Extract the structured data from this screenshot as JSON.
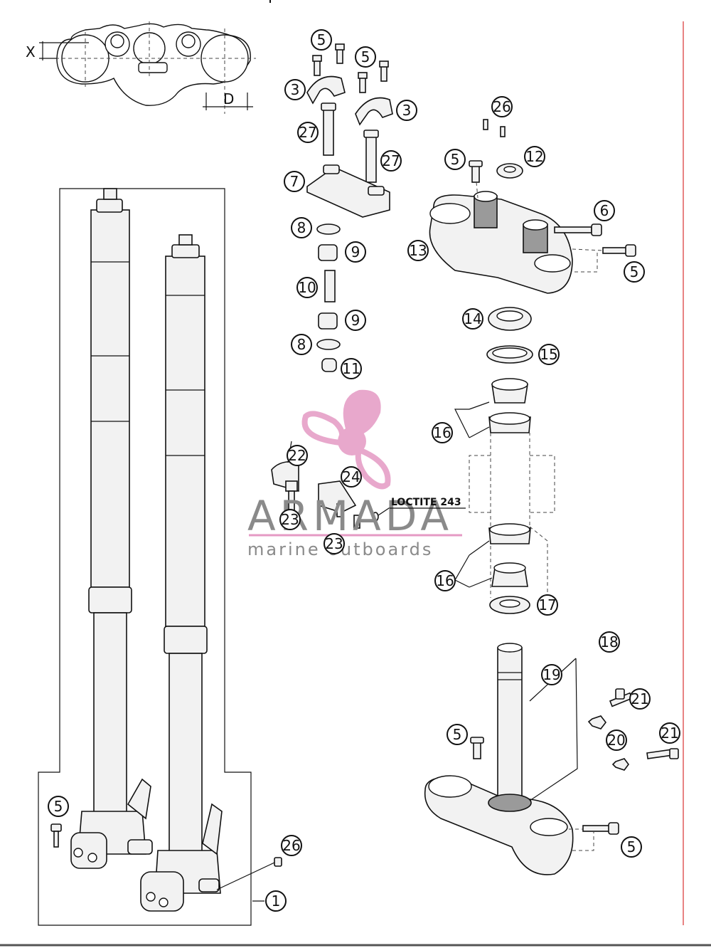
{
  "colors": {
    "accent_line": "#e05a5a",
    "watermark_pink": "#e59ac4",
    "watermark_gray": "#8a8a8a",
    "stroke": "#111111"
  },
  "dimensions": {
    "x_label": "X",
    "d_label": "D"
  },
  "note": {
    "loctite": "LOCTITE 243"
  },
  "watermark": {
    "brand": "ARMADA",
    "tagline": "marine outboards",
    "logo_icon": "propeller-logo-icon"
  },
  "callouts": [
    {
      "label": "5"
    },
    {
      "label": "5"
    },
    {
      "label": "3"
    },
    {
      "label": "3"
    },
    {
      "label": "27"
    },
    {
      "label": "27"
    },
    {
      "label": "7"
    },
    {
      "label": "8"
    },
    {
      "label": "9"
    },
    {
      "label": "10"
    },
    {
      "label": "9"
    },
    {
      "label": "8"
    },
    {
      "label": "11"
    },
    {
      "label": "26"
    },
    {
      "label": "5"
    },
    {
      "label": "12"
    },
    {
      "label": "6"
    },
    {
      "label": "13"
    },
    {
      "label": "5"
    },
    {
      "label": "14"
    },
    {
      "label": "15"
    },
    {
      "label": "16"
    },
    {
      "label": "22"
    },
    {
      "label": "24"
    },
    {
      "label": "23"
    },
    {
      "label": "23"
    },
    {
      "label": "16"
    },
    {
      "label": "17"
    },
    {
      "label": "18"
    },
    {
      "label": "19"
    },
    {
      "label": "21"
    },
    {
      "label": "5"
    },
    {
      "label": "20"
    },
    {
      "label": "21"
    },
    {
      "label": "5"
    },
    {
      "label": "26"
    },
    {
      "label": "5"
    },
    {
      "label": "1"
    }
  ]
}
